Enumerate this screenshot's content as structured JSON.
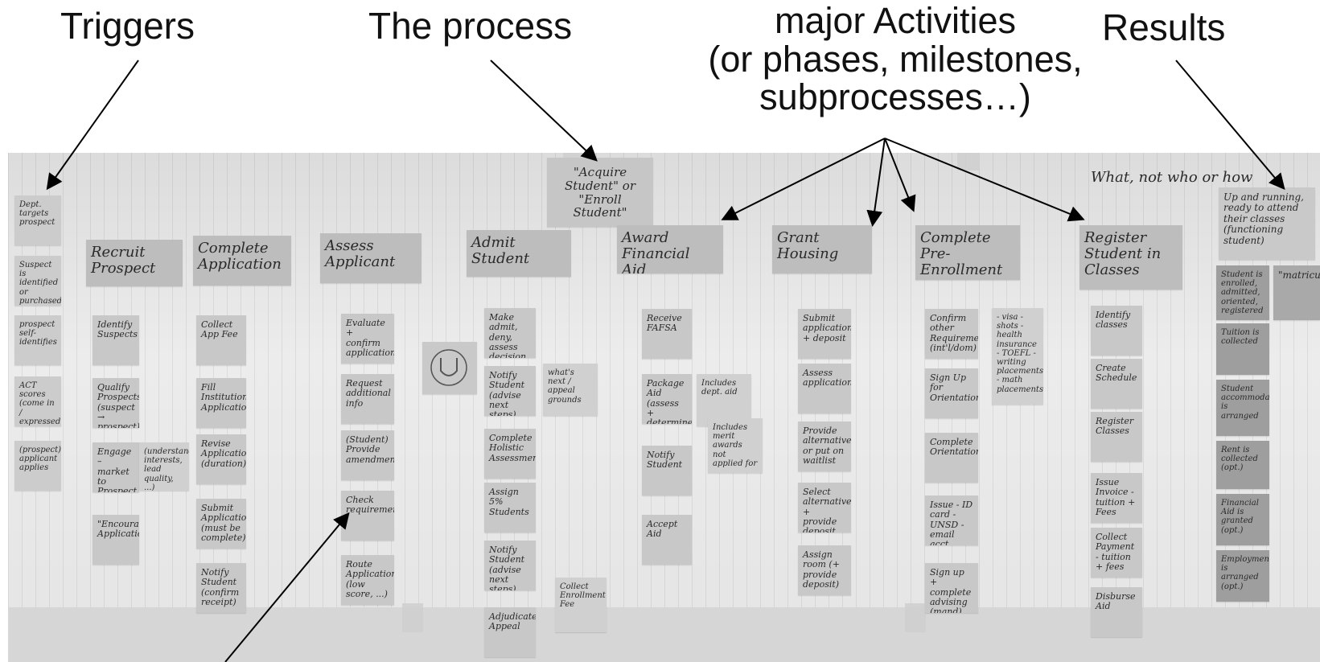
{
  "callouts": {
    "triggers": "Triggers",
    "process": "The process",
    "activities_line1": "major Activities",
    "activities_line2": "(or phases, milestones,",
    "activities_line3": "subprocesses…)",
    "results": "Results"
  },
  "wall": {
    "top_right_note": "What, not who or how",
    "process_title": "\"Acquire Student\" or \"Enroll Student\""
  },
  "triggers": [
    "Dept. targets prospect",
    "Suspect is identified or purchased",
    "prospect self-identifies",
    "ACT scores (come in / expressed interest)",
    "(prospect) applicant applies"
  ],
  "activities": [
    {
      "title": "Recruit Prospect",
      "steps": [
        "Identify Suspects",
        "Qualify Prospects (suspect → prospect)",
        "Engage – market to Prospect",
        "\"Encourage Application\""
      ],
      "extras": [
        "(understand interests, lead quality, ...)"
      ]
    },
    {
      "title": "Complete Application",
      "steps": [
        "Collect App Fee",
        "Fill Institution Application",
        "Revise Application (duration)",
        "Submit Application (must be complete)",
        "Notify Student (confirm receipt)"
      ],
      "extras": []
    },
    {
      "title": "Assess Applicant",
      "steps": [
        "Evaluate + confirm application",
        "Request additional info",
        "(Student) Provide amendment",
        "Check requirements",
        "Route Application (low score, ...)"
      ],
      "extras": []
    },
    {
      "title": "Admit Student",
      "steps": [
        "Make admit, deny, assess decision",
        "Notify Student (advise next steps)",
        "Complete Holistic Assessment",
        "Assign 5% Students",
        "Notify Student (advise next steps)",
        "Adjudicate Appeal"
      ],
      "extras": [
        "what's next / appeal grounds",
        "Collect Enrollment Fee"
      ]
    },
    {
      "title": "Award Financial Aid",
      "steps": [
        "Receive FAFSA",
        "Package Aid (assess + determine)",
        "Notify Student",
        "Accept Aid"
      ],
      "extras": [
        "Includes dept. aid",
        "Includes merit awards not applied for"
      ]
    },
    {
      "title": "Grant Housing",
      "steps": [
        "Submit application + deposit",
        "Assess application",
        "Provide alternatives or put on waitlist",
        "Select alternative + provide deposit",
        "Assign room (+ provide deposit)"
      ],
      "extras": []
    },
    {
      "title": "Complete Pre-Enrollment Requirements",
      "steps": [
        "Confirm other Requirements (int'l/dom)",
        "Sign Up for Orientation",
        "Complete Orientation",
        "Issue - ID card - UNSD - email acct",
        "Sign up + complete advising (mand)"
      ],
      "extras": [
        "- visa - shots - health insurance - TOEFL - writing placements - math placements"
      ]
    },
    {
      "title": "Register Student in Classes",
      "steps": [
        "Identify classes",
        "Create Schedule",
        "Register Classes",
        "Issue Invoice - tuition + Fees",
        "Collect Payment - tuition + fees",
        "Disburse Aid"
      ],
      "extras": []
    }
  ],
  "results": [
    "Up and running, ready to attend their classes (functioning student)",
    "Student is enrolled, admitted, oriented, registered",
    "Tuition is collected",
    "Student accommodation is arranged",
    "Rent is collected (opt.)",
    "Financial Aid is granted (opt.)",
    "Employment is arranged (opt.)"
  ],
  "results_extra": "\"matriculated\""
}
